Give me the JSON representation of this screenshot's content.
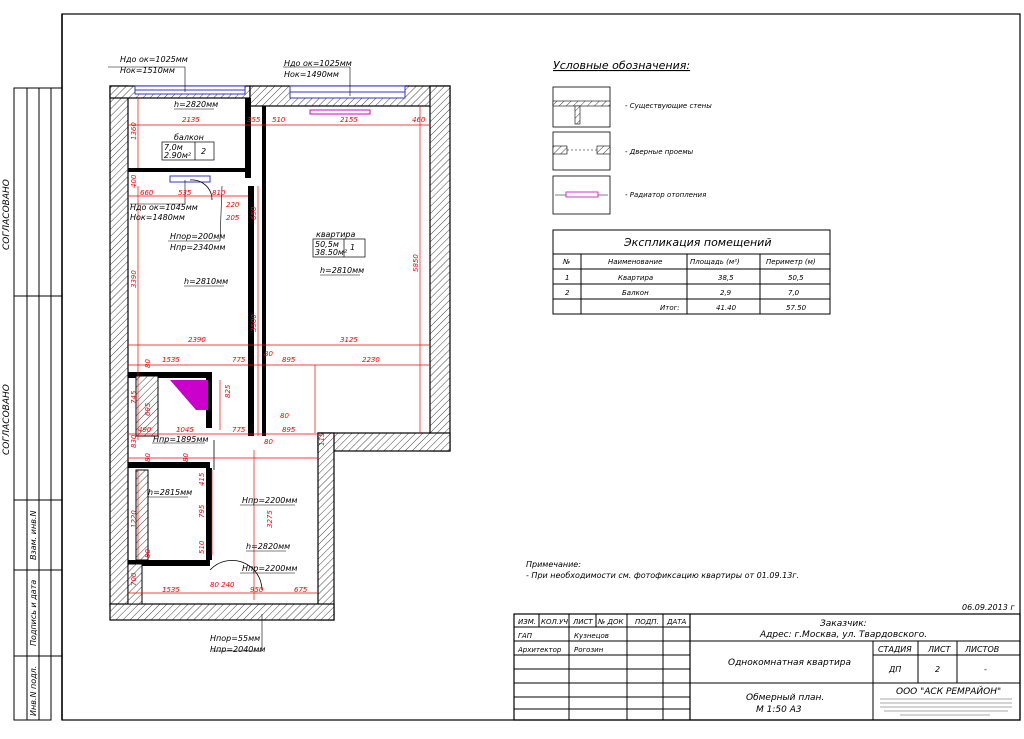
{
  "side_stamp": {
    "agreed_1": "СОГЛАСОВАНО",
    "agreed_2": "СОГЛАСОВАНО",
    "vzam": "Взам. инв.N",
    "sign_date": "Подпись и дата",
    "inv_orig": "Инв.N подл."
  },
  "openings": {
    "w1_h": "Hдо ок=1025мм",
    "w1_n": "Нок=1510мм",
    "w2_h": "Hдо ок=1025мм",
    "w2_n": "Нок=1490мм",
    "w3_h": "Hдо ок=1045мм",
    "w3_n": "Нок=1480мм",
    "door1_a": "Hпор=200мм",
    "door1_b": "Hпр=2340мм",
    "door2": "Hпр=1895мм",
    "door3": "Hпр=2200мм",
    "door4": "Hпр=2200мм",
    "door5_a": "Hпор=55мм",
    "door5_b": "Hпр=2040мм"
  },
  "rooms": {
    "balcony_name": "балкон",
    "balcony_p": "7,0м",
    "balcony_a": "2.90м²",
    "balcony_no": "2",
    "flat_name": "квартира",
    "flat_p": "50,5м",
    "flat_a": "38.50м²",
    "flat_no": "1",
    "h1": "h=2820мм",
    "h2": "h=2810мм",
    "h3": "h=2810мм",
    "h4": "h=2815мм",
    "h5": "h=2820мм"
  },
  "dims": {
    "d_1360": "1360",
    "d_2135": "2135",
    "d_355": "355",
    "d_510": "510",
    "d_2155": "2155",
    "d_460": "460",
    "d_400": "400",
    "d_660": "660",
    "d_535": "535",
    "d_810": "810",
    "d_220": "220",
    "d_205": "205",
    "d_650": "650",
    "d_3390": "3390",
    "d_5850": "5850",
    "d_3500": "3500",
    "d_2390": "2390",
    "d_3125": "3125",
    "d_1535a": "1535",
    "d_80a": "80",
    "d_775a": "775",
    "d_80b": "80",
    "d_895a": "895",
    "d_2230": "2230",
    "d_745": "745",
    "d_825": "825",
    "d_695": "695",
    "d_490": "490",
    "d_1045": "1045",
    "d_775b": "775",
    "d_80c": "80",
    "d_895b": "895",
    "d_80d": "80",
    "d_115": "115",
    "d_830": "830",
    "d_80e": "80",
    "d_80f": "80",
    "d_415": "415",
    "d_1220": "1220",
    "d_795": "795",
    "d_3275": "3275",
    "d_510b": "510",
    "d_80g": "80",
    "d_700": "700",
    "d_80240": "80 240",
    "d_1535b": "1535",
    "d_950": "950",
    "d_675": "675"
  },
  "legend": {
    "title": "Условные обозначения:",
    "walls": "- Существующие стены",
    "doors": "- Дверные проемы",
    "radiator": "- Радиатор отопления"
  },
  "explication": {
    "title": "Экспликация помещений",
    "headers": [
      "№",
      "Наименование",
      "Площадь (м²)",
      "Периметр (м)"
    ],
    "rows": [
      [
        "1",
        "Квартира",
        "38,5",
        "50,5"
      ],
      [
        "2",
        "Балкон",
        "2,9",
        "7,0"
      ],
      [
        "",
        "Итог:",
        "41.40",
        "57.50"
      ]
    ]
  },
  "notes": {
    "title": "Примечание:",
    "line1": "- При необходимости см. фотофиксацию квартиры от 01.09.13г."
  },
  "stamp": {
    "date": "06.09.2013 г",
    "hdr": [
      "ИЗМ.",
      "КОЛ.УЧ",
      "ЛИСТ",
      "№ ДОК",
      "ПОДП.",
      "ДАТА"
    ],
    "gap_role": "ГАП",
    "gap_name": "Кузнецов",
    "arch_role": "Архитектор",
    "arch_name": "Рогозин",
    "customer": "Заказчик:",
    "address": "Адрес: г.Москва, ул. Твардовского.",
    "object": "Однокомнатная квартира",
    "stage_h": "СТАДИЯ",
    "sheet_h": "ЛИСТ",
    "sheets_h": "ЛИСТОВ",
    "stage": "ДП",
    "sheet": "2",
    "sheets": "-",
    "title1": "Обмерный план.",
    "title2": "М 1:50 А3",
    "company": "ООО \"АСК РЕМРАЙОН\""
  },
  "colors": {
    "dim": "#ff0000",
    "radiator": "#cc00cc",
    "window": "#3333cc",
    "hatch": "#444444"
  }
}
